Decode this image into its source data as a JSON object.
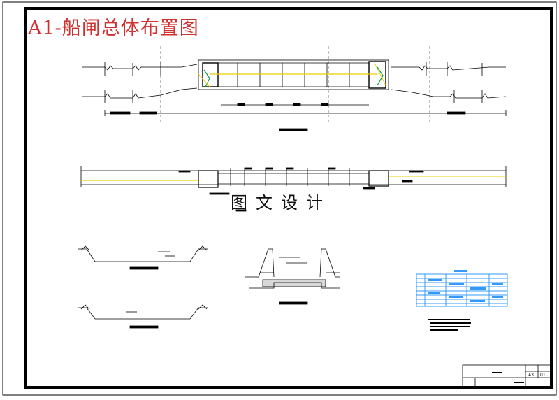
{
  "drawing": {
    "title": "A1-船闸总体布置图",
    "watermark": "图文设计"
  },
  "title_block": {
    "cell_1": "A3",
    "cell_2": "01"
  },
  "colors": {
    "title_red": "#d03030",
    "yellow_line": "#e8d000",
    "green_line": "#00a040",
    "table_blue": "#3399ff",
    "linework": "#000000"
  }
}
